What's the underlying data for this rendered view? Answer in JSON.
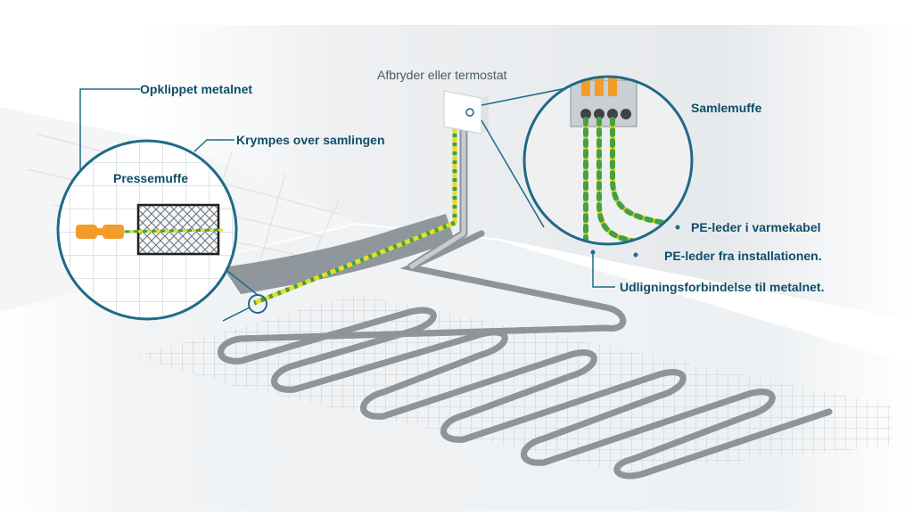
{
  "labels": {
    "opklippet": "Opklippet metalnet",
    "krympes": "Krympes over samlingen",
    "pressemuffe": "Pressemuffe",
    "afbryder": "Afbryder eller termostat",
    "samlemuffe": "Samlemuffe",
    "pe_varmekabel": "PE-leder i varmekabel",
    "pe_installation": "PE-leder fra installationen.",
    "udligning": "Udligningsforbindelse til metalnet."
  },
  "colors": {
    "callout_line": "#1f6a86",
    "label_text": "#0f4e6a",
    "wire_yellow": "#e5dc2a",
    "wire_green": "#43a047",
    "connector_orange": "#f39c2a",
    "cable_grey": "#9aa2a8",
    "floor": "#f3f4f5",
    "wall": "#eceef0"
  }
}
